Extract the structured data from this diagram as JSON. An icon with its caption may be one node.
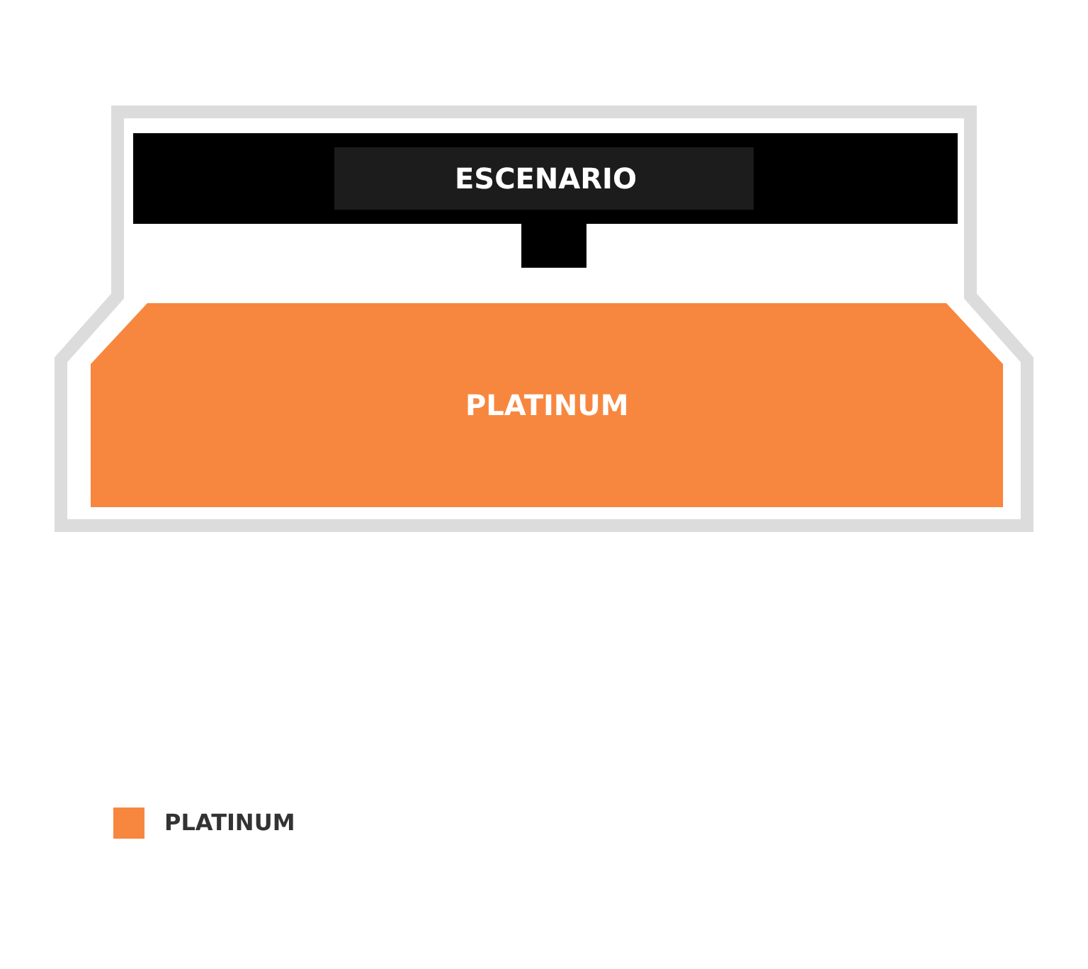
{
  "diagram": {
    "nodes": [
      {
        "text": [],
        "shape": "box"
      },
      {
        "text": [
          "ESCENARIO"
        ],
        "in": 0
      },
      {
        "text": [
          "PLATINUM"
        ],
        "in": 0
      }
    ],
    "legend": [
      {
        "text": "PLATINUM",
        "color": "#f7873e"
      }
    ]
  }
}
